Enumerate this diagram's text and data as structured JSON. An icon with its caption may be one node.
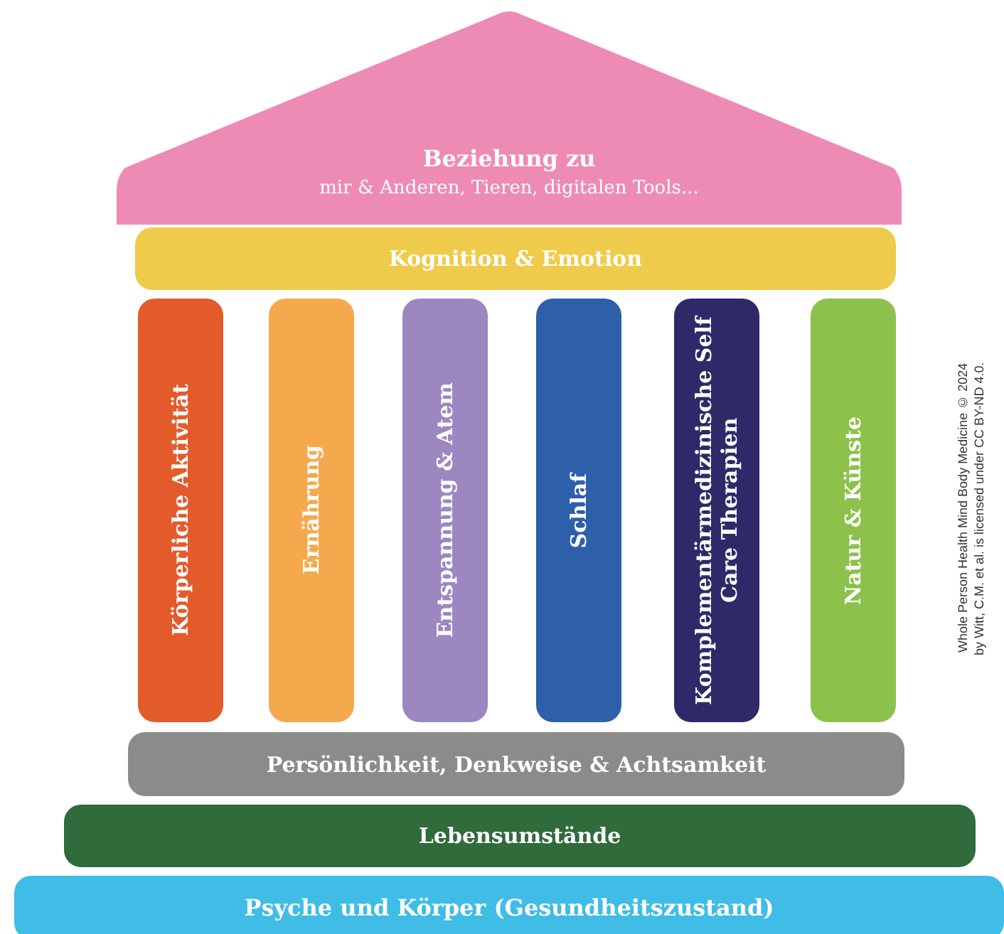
{
  "diagram": {
    "nodes": [
      {
        "text": [
          "Beziehung zu",
          "mir & Anderen, Tieren, digitalen Tools..."
        ]
      },
      {
        "text": [
          "Kognition & Emotion"
        ]
      },
      {
        "text": [
          "Körperliche Aktivität"
        ]
      },
      {
        "text": [
          "Ernährung"
        ]
      },
      {
        "text": [
          "Entspannung & Atem"
        ]
      },
      {
        "text": [
          "Schlaf"
        ]
      },
      {
        "text": [
          "Komplementärmedizinische Self Care Therapien"
        ]
      },
      {
        "text": [
          "Natur & Künste"
        ]
      },
      {
        "text": [
          "Persönlichkeit, Denkweise & Achtsamkeit"
        ]
      },
      {
        "text": [
          "Lebensumstände"
        ]
      },
      {
        "text": [
          "Psyche und Körper (Gesundheitszustand)"
        ]
      }
    ],
    "labels": [
      "Whole Person Health Mind Body Medicine © 2024 by Witt, C.M. et al. is licensed under CC BY-ND 4.0."
    ]
  }
}
